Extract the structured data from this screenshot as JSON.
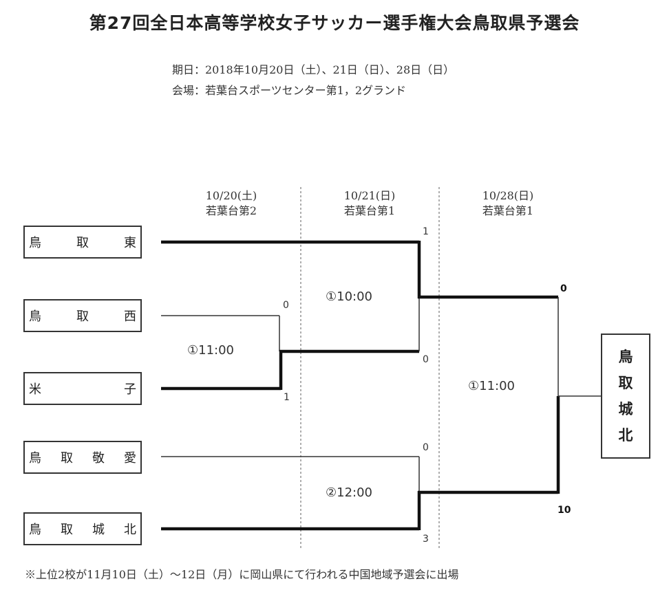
{
  "title": "第27回全日本高等学校女子サッカー選手権大会鳥取県予選会",
  "date_line": "期日：2018年10月20日（土）、21日（日）、28日（日）",
  "venue_line": "会場：若葉台スポーツセンター第1，2グランド",
  "rounds": [
    {
      "date": "10/20(土)",
      "venue": "若葉台第2"
    },
    {
      "date": "10/21(日)",
      "venue": "若葉台第1"
    },
    {
      "date": "10/28(日)",
      "venue": "若葉台第1"
    }
  ],
  "teams": [
    {
      "chars": [
        "鳥",
        "取",
        "東"
      ]
    },
    {
      "chars": [
        "鳥",
        "取",
        "西"
      ]
    },
    {
      "chars": [
        "米",
        "子"
      ]
    },
    {
      "chars": [
        "鳥",
        "取",
        "敬",
        "愛"
      ]
    },
    {
      "chars": [
        "鳥",
        "取",
        "城",
        "北"
      ]
    }
  ],
  "matches": {
    "r1_m1": "①11:00",
    "r2_m1": "①10:00",
    "r2_m2": "②12:00",
    "final": "①11:00"
  },
  "scores": {
    "tottori_higashi_r2": "1",
    "tottori_nishi_r1": "0",
    "yonago_r1": "1",
    "yonago_r2": "0",
    "keiai_r2": "0",
    "johoku_r2": "3",
    "final_top": "0",
    "final_bottom": "10"
  },
  "winner": [
    "鳥",
    "取",
    "城",
    "北"
  ],
  "note": "※上位2校が11月10日（土）〜12日（月）に岡山県にて行われる中国地域予選会に出場"
}
